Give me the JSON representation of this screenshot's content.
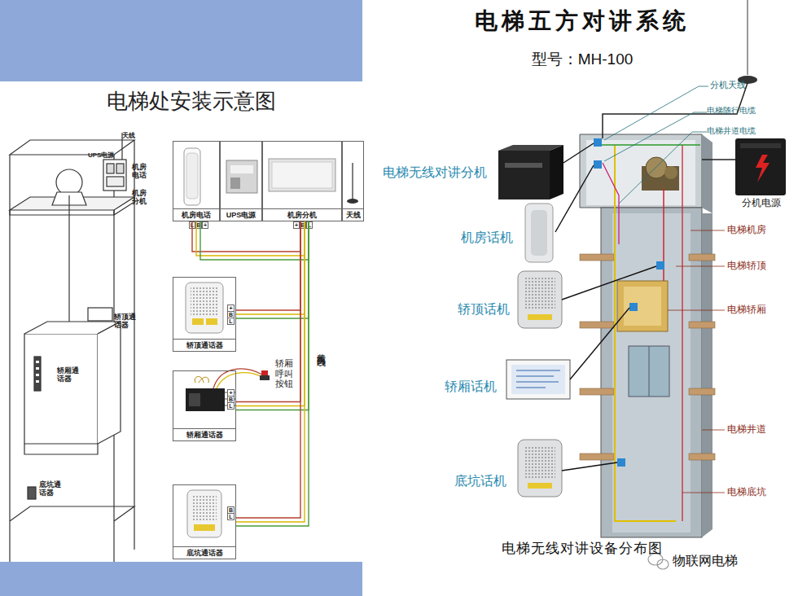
{
  "diagram": {
    "title": "电梯五方对讲系统",
    "caption": "电梯无线对讲设备分布图",
    "nodes": [
      {
        "text": [
          "机房电话"
        ]
      },
      {
        "text": [
          "UPS电源"
        ]
      },
      {
        "text": [
          "机房分机"
        ]
      },
      {
        "text": [
          "天线"
        ]
      },
      {
        "text": [
          "轿顶通话器"
        ]
      },
      {
        "text": [
          "轿厢通话器"
        ]
      },
      {
        "text": [
          "底坑通话器"
        ]
      }
    ],
    "edges": [
      {
        "from": 2,
        "to": 0,
        "arrow": "none"
      },
      {
        "from": 2,
        "to": 4,
        "arrow": "none"
      },
      {
        "from": 2,
        "to": 5,
        "arrow": "none"
      },
      {
        "from": 2,
        "to": 6,
        "arrow": "none"
      }
    ],
    "labels": [
      "电梯处安装示意图",
      "天线",
      "UPS电源",
      "机房电话",
      "机房分机",
      "轿顶通话器",
      "轿厢通话器",
      "底坑通话器",
      "L",
      "B",
      "+",
      "+",
      "B",
      "L",
      "+",
      "B",
      "L",
      "轿厢呼叫按钮",
      "+",
      "B",
      "L",
      "B",
      "L",
      "黄线实为白线",
      "型号：MH-100",
      "分机天线",
      "电梯随行电缆",
      "电梯井道电缆",
      "分机电源",
      "电梯无线对讲分机",
      "机房话机",
      "轿顶话机",
      "轿厢话机",
      "底坑话机",
      "电梯机房",
      "电梯轿顶",
      "电梯轿厢",
      "电梯井道",
      "电梯底坑",
      "物联网电梯"
    ]
  }
}
